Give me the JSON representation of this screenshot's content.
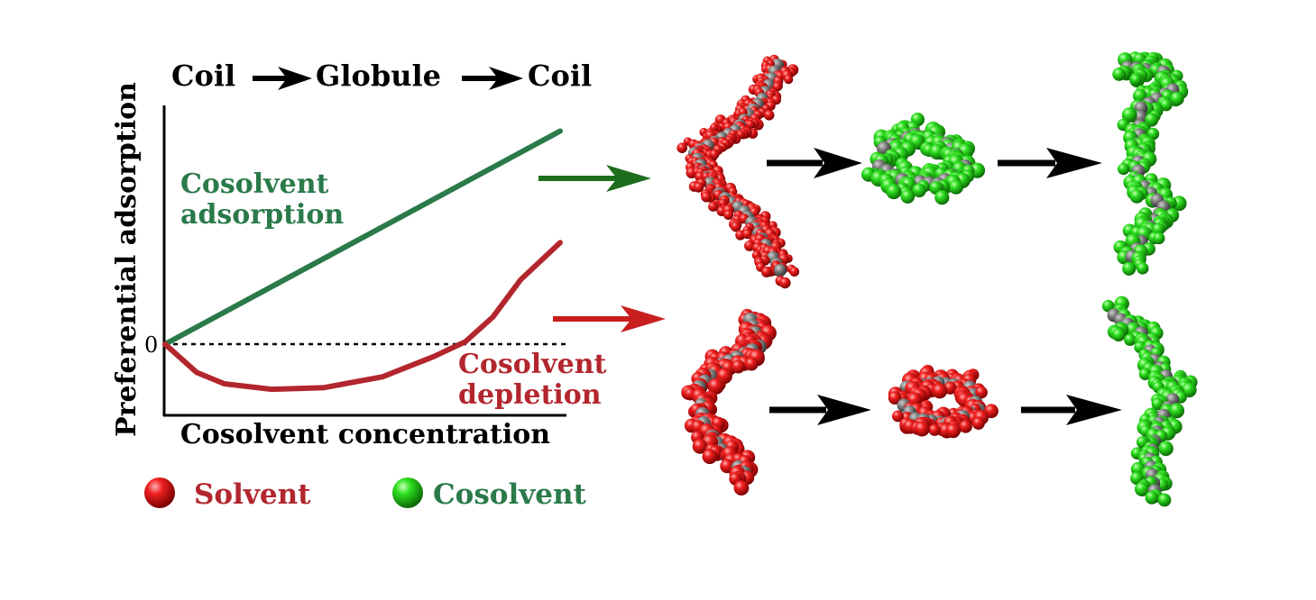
{
  "header": {
    "stage_1": "Coil",
    "stage_2": "Globule",
    "stage_3": "Coil"
  },
  "axes": {
    "ylabel": "Preferential adsorption",
    "xlabel": "Cosolvent concentration",
    "zero_tick": "0"
  },
  "curves": {
    "adsorption_line1": "Cosolvent",
    "adsorption_line2": "adsorption",
    "depletion_line1": "Cosolvent",
    "depletion_line2": "depletion"
  },
  "legend": {
    "solvent": "Solvent",
    "cosolvent": "Cosolvent"
  },
  "colors": {
    "adsorption": "#2a7a4a",
    "depletion": "#b3262d",
    "solvent_bead": "#e8141b",
    "cosolvent_bead": "#27d81f",
    "polymer_bead": "#6e6e6e",
    "arrow_black": "#000000",
    "arrow_green": "#1e6e1e",
    "arrow_red": "#c81e1e"
  },
  "chart_data": {
    "type": "line",
    "xlabel": "Cosolvent concentration",
    "ylabel": "Preferential adsorption",
    "ylim": [
      -1.2,
      4.5
    ],
    "xlim": [
      0,
      1
    ],
    "grid": false,
    "series": [
      {
        "name": "Cosolvent adsorption",
        "x": [
          0,
          1
        ],
        "y": [
          0,
          4.3
        ]
      },
      {
        "name": "Cosolvent depletion",
        "x": [
          0,
          0.08,
          0.15,
          0.27,
          0.4,
          0.55,
          0.68,
          0.76,
          0.83,
          0.9,
          1.0
        ],
        "y": [
          0,
          -0.57,
          -0.8,
          -0.91,
          -0.88,
          -0.66,
          -0.25,
          0.05,
          0.55,
          1.3,
          2.05
        ]
      }
    ]
  },
  "icons": [
    "arrow-right-icon",
    "solvent-bead-icon",
    "cosolvent-bead-icon",
    "polymer-conformation-icon"
  ]
}
